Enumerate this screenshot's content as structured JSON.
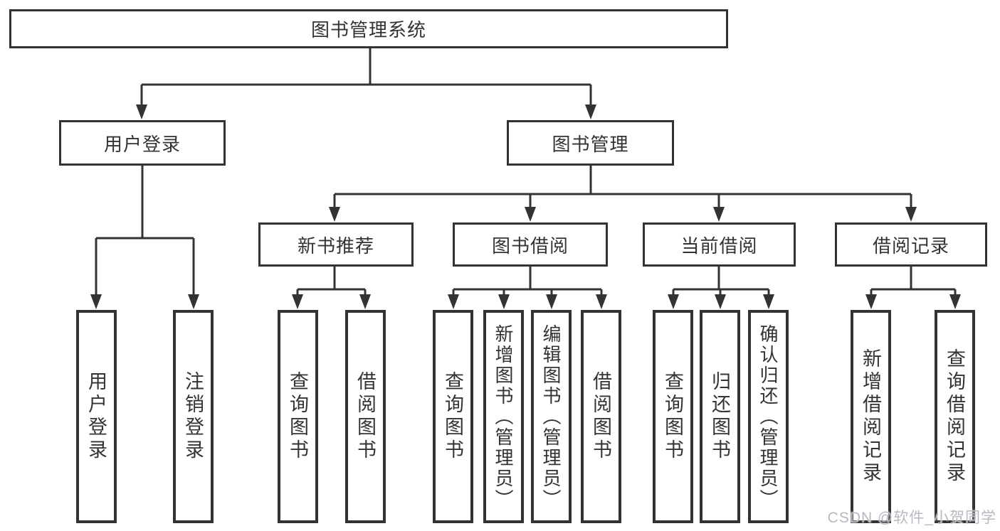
{
  "colors": {
    "line": "#333333",
    "text": "#333333",
    "box_bg": "#ffffff",
    "background": "#ffffff",
    "watermark": "#b6bac0"
  },
  "watermark": "CSDN @软件_小贺同学",
  "tree": {
    "root": {
      "label": "图书管理系统"
    },
    "branches": [
      {
        "label": "用户登录",
        "children": [
          {
            "label": "用户登录"
          },
          {
            "label": "注销登录"
          }
        ]
      },
      {
        "label": "图书管理",
        "groups": [
          {
            "label": "新书推荐",
            "children": [
              {
                "label": "查询图书"
              },
              {
                "label": "借阅图书"
              }
            ]
          },
          {
            "label": "图书借阅",
            "children": [
              {
                "label": "查询图书"
              },
              {
                "label": "新增图书（管理员）"
              },
              {
                "label": "编辑图书（管理员）"
              },
              {
                "label": "借阅图书"
              }
            ]
          },
          {
            "label": "当前借阅",
            "children": [
              {
                "label": "查询图书"
              },
              {
                "label": "归还图书"
              },
              {
                "label": "确认归还（管理员）"
              }
            ]
          },
          {
            "label": "借阅记录",
            "children": [
              {
                "label": "新增借阅记录"
              },
              {
                "label": "查询借阅记录"
              }
            ]
          }
        ]
      }
    ]
  }
}
